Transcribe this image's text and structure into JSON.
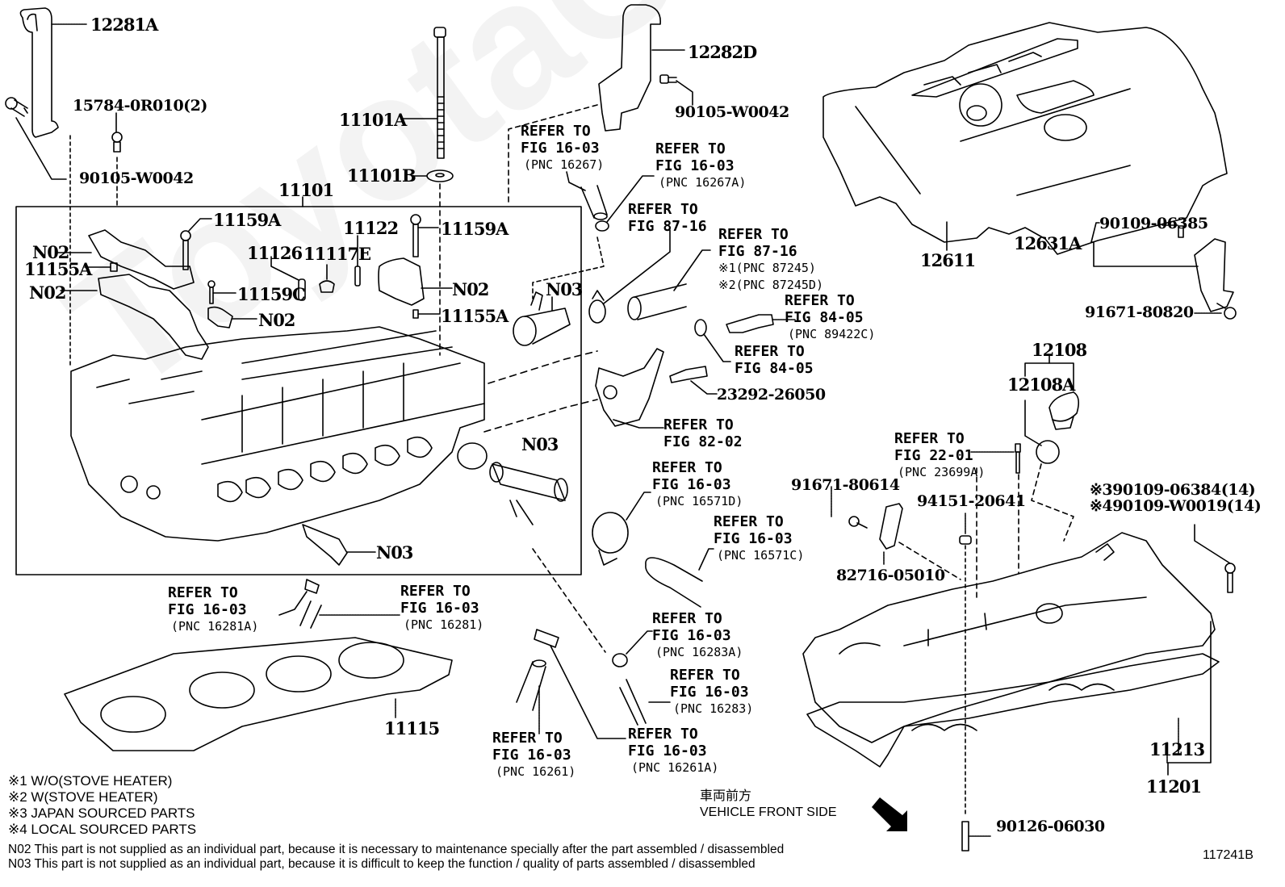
{
  "watermark": "ToyotaCarInfo.ru",
  "figure_id": "117241B",
  "parts": {
    "p12281A": "12281A",
    "p15784": "15784-0R010(2)",
    "p90105a": "90105-W0042",
    "p11101": "11101",
    "p11101A": "11101A",
    "p11101B": "11101B",
    "p11159A_l": "11159A",
    "p11159A_r": "11159A",
    "p11122": "11122",
    "p11126": "11126",
    "p11117E": "11117E",
    "p11159C": "11159C",
    "pN02_1": "N02",
    "p11155A_l": "11155A",
    "pN02_2": "N02",
    "pN02_3": "N02",
    "pN02_4": "N02",
    "p11155A_r": "11155A",
    "pN03_1": "N03",
    "pN03_2": "N03",
    "pN03_3": "N03",
    "p12282D": "12282D",
    "p90105b": "90105-W0042",
    "p23292": "23292-26050",
    "p12611": "12611",
    "p12631A": "12631A",
    "p90109_06385": "90109-06385",
    "p91671_80820": "91671-80820",
    "p12108": "12108",
    "p12108A": "12108A",
    "p91671_80614": "91671-80614",
    "p94151": "94151-20641",
    "p82716": "82716-05010",
    "p90109_06384": "※390109-06384(14)",
    "p90109_W0019": "※490109-W0019(14)",
    "p11115": "11115",
    "p11213": "11213",
    "p11201": "11201",
    "p90126": "90126-06030"
  },
  "refs": [
    {
      "line1": "REFER TO",
      "line2": "FIG 16-03",
      "line3": "(PNC 16267)"
    },
    {
      "line1": "REFER TO",
      "line2": "FIG 16-03",
      "line3": "(PNC 16267A)"
    },
    {
      "line1": "REFER TO",
      "line2": "FIG 87-16"
    },
    {
      "line1": "REFER TO",
      "line2": "FIG 87-16",
      "line3": "※1(PNC 87245)",
      "line4": "※2(PNC 87245D)"
    },
    {
      "line1": "REFER TO",
      "line2": "FIG 84-05",
      "line3": "(PNC 89422C)"
    },
    {
      "line1": "REFER TO",
      "line2": "FIG 84-05"
    },
    {
      "line1": "REFER TO",
      "line2": "FIG 82-02"
    },
    {
      "line1": "REFER TO",
      "line2": "FIG 16-03",
      "line3": "(PNC 16571D)"
    },
    {
      "line1": "REFER TO",
      "line2": "FIG 16-03",
      "line3": "(PNC 16571C)"
    },
    {
      "line1": "REFER TO",
      "line2": "FIG 16-03",
      "line3": "(PNC 16283A)"
    },
    {
      "line1": "REFER TO",
      "line2": "FIG 16-03",
      "line3": "(PNC 16283)"
    },
    {
      "line1": "REFER TO",
      "line2": "FIG 16-03",
      "line3": "(PNC 16261)"
    },
    {
      "line1": "REFER TO",
      "line2": "FIG 16-03",
      "line3": "(PNC 16261A)"
    },
    {
      "line1": "REFER TO",
      "line2": "FIG 16-03",
      "line3": "(PNC 16281A)"
    },
    {
      "line1": "REFER TO",
      "line2": "FIG 16-03",
      "line3": "(PNC 16281)"
    },
    {
      "line1": "REFER TO",
      "line2": "FIG 22-01",
      "line3": "(PNC 23699A)"
    }
  ],
  "direction": {
    "jp": "車両前方",
    "en": "VEHICLE FRONT SIDE"
  },
  "notes": [
    "※1  W/O(STOVE HEATER)",
    "※2  W(STOVE HEATER)",
    "※3 JAPAN SOURCED PARTS",
    "※4 LOCAL SOURCED PARTS"
  ],
  "footnotes": [
    "N02  This part is not supplied as an individual part, because it is necessary to maintenance specially after the part assembled / disassembled",
    "N03  This part is not supplied as an individual part, because it is difficult to keep the function / quality of parts  assembled / disassembled"
  ]
}
